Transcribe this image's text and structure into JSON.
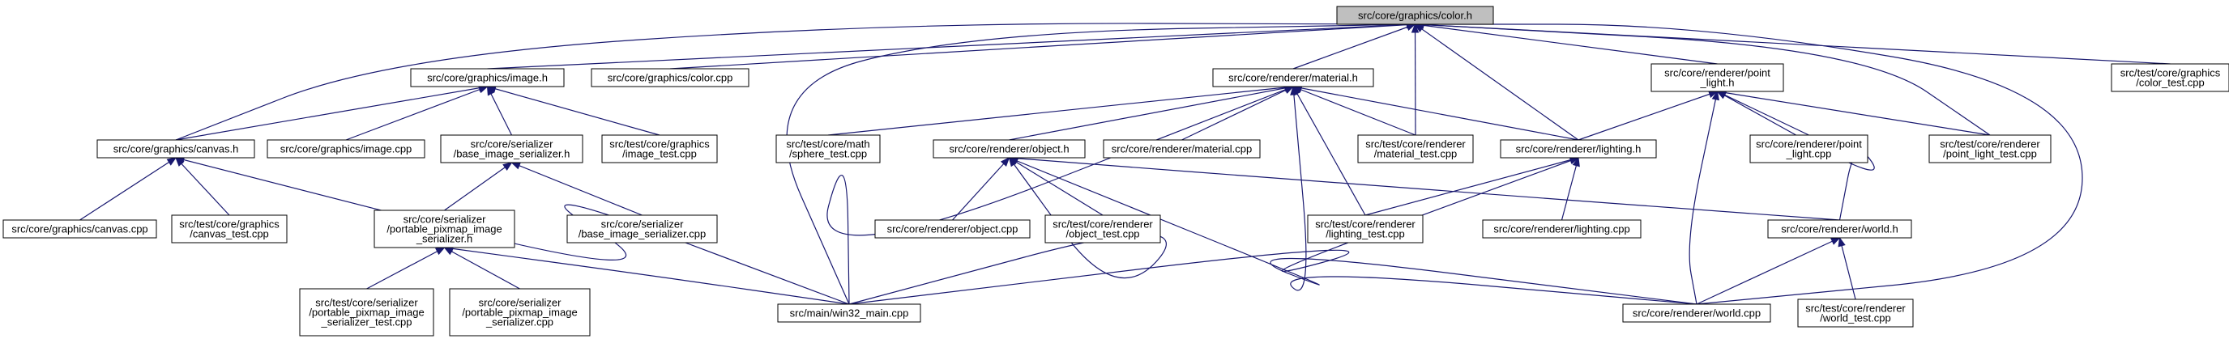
{
  "nodes": [
    {
      "id": "color_h",
      "lines": [
        "src/core/graphics/color.h"
      ],
      "root": true
    },
    {
      "id": "image_h",
      "lines": [
        "src/core/graphics/image.h"
      ]
    },
    {
      "id": "color_cpp",
      "lines": [
        "src/core/graphics/color.cpp"
      ]
    },
    {
      "id": "material_h",
      "lines": [
        "src/core/renderer/material.h"
      ]
    },
    {
      "id": "point_light_h",
      "lines": [
        "src/core/renderer/point",
        "_light.h"
      ]
    },
    {
      "id": "color_test",
      "lines": [
        "src/test/core/graphics",
        "/color_test.cpp"
      ]
    },
    {
      "id": "canvas_h",
      "lines": [
        "src/core/graphics/canvas.h"
      ]
    },
    {
      "id": "image_cpp",
      "lines": [
        "src/core/graphics/image.cpp"
      ]
    },
    {
      "id": "base_ser_h",
      "lines": [
        "src/core/serializer",
        "/base_image_serializer.h"
      ]
    },
    {
      "id": "image_test",
      "lines": [
        "src/test/core/graphics",
        "/image_test.cpp"
      ]
    },
    {
      "id": "sphere_test",
      "lines": [
        "src/test/core/math",
        "/sphere_test.cpp"
      ]
    },
    {
      "id": "object_h",
      "lines": [
        "src/core/renderer/object.h"
      ]
    },
    {
      "id": "material_cpp",
      "lines": [
        "src/core/renderer/material.cpp"
      ]
    },
    {
      "id": "material_test",
      "lines": [
        "src/test/core/renderer",
        "/material_test.cpp"
      ]
    },
    {
      "id": "lighting_h",
      "lines": [
        "src/core/renderer/lighting.h"
      ]
    },
    {
      "id": "point_light_cpp",
      "lines": [
        "src/core/renderer/point",
        "_light.cpp"
      ]
    },
    {
      "id": "point_light_test",
      "lines": [
        "src/test/core/renderer",
        "/point_light_test.cpp"
      ]
    },
    {
      "id": "canvas_cpp",
      "lines": [
        "src/core/graphics/canvas.cpp"
      ]
    },
    {
      "id": "canvas_test",
      "lines": [
        "src/test/core/graphics",
        "/canvas_test.cpp"
      ]
    },
    {
      "id": "ppm_ser_h",
      "lines": [
        "src/core/serializer",
        "/portable_pixmap_image",
        "_serializer.h"
      ]
    },
    {
      "id": "base_ser_cpp",
      "lines": [
        "src/core/serializer",
        "/base_image_serializer.cpp"
      ]
    },
    {
      "id": "object_cpp",
      "lines": [
        "src/core/renderer/object.cpp"
      ]
    },
    {
      "id": "object_test",
      "lines": [
        "src/test/core/renderer",
        "/object_test.cpp"
      ]
    },
    {
      "id": "lighting_test",
      "lines": [
        "src/test/core/renderer",
        "/lighting_test.cpp"
      ]
    },
    {
      "id": "lighting_cpp",
      "lines": [
        "src/core/renderer/lighting.cpp"
      ]
    },
    {
      "id": "world_h",
      "lines": [
        "src/core/renderer/world.h"
      ]
    },
    {
      "id": "ppm_ser_test",
      "lines": [
        "src/test/core/serializer",
        "/portable_pixmap_image",
        "_serializer_test.cpp"
      ]
    },
    {
      "id": "ppm_ser_cpp",
      "lines": [
        "src/core/serializer",
        "/portable_pixmap_image",
        "_serializer.cpp"
      ]
    },
    {
      "id": "win32_main",
      "lines": [
        "src/main/win32_main.cpp"
      ]
    },
    {
      "id": "world_cpp",
      "lines": [
        "src/core/renderer/world.cpp"
      ]
    },
    {
      "id": "world_test",
      "lines": [
        "src/test/core/renderer",
        "/world_test.cpp"
      ]
    }
  ],
  "edges": [
    [
      "image_h",
      "color_h"
    ],
    [
      "color_cpp",
      "color_h"
    ],
    [
      "material_h",
      "color_h"
    ],
    [
      "point_light_h",
      "color_h"
    ],
    [
      "color_test",
      "color_h"
    ],
    [
      "canvas_h",
      "color_h"
    ],
    [
      "material_test",
      "color_h"
    ],
    [
      "lighting_h",
      "color_h"
    ],
    [
      "point_light_test",
      "color_h"
    ],
    [
      "win32_main",
      "color_h"
    ],
    [
      "world_cpp",
      "color_h"
    ],
    [
      "canvas_h",
      "image_h"
    ],
    [
      "image_cpp",
      "image_h"
    ],
    [
      "base_ser_h",
      "image_h"
    ],
    [
      "image_test",
      "image_h"
    ],
    [
      "sphere_test",
      "material_h"
    ],
    [
      "object_h",
      "material_h"
    ],
    [
      "material_cpp",
      "material_h"
    ],
    [
      "material_test",
      "material_h"
    ],
    [
      "lighting_h",
      "material_h"
    ],
    [
      "lighting_test",
      "material_h"
    ],
    [
      "win32_main",
      "material_h"
    ],
    [
      "world_cpp",
      "material_h"
    ],
    [
      "lighting_h",
      "point_light_h"
    ],
    [
      "point_light_cpp",
      "point_light_h"
    ],
    [
      "point_light_test",
      "point_light_h"
    ],
    [
      "world_h",
      "point_light_h"
    ],
    [
      "world_cpp",
      "point_light_h"
    ],
    [
      "canvas_cpp",
      "canvas_h"
    ],
    [
      "canvas_test",
      "canvas_h"
    ],
    [
      "win32_main",
      "canvas_h"
    ],
    [
      "ppm_ser_h",
      "base_ser_h"
    ],
    [
      "base_ser_cpp",
      "base_ser_h"
    ],
    [
      "object_cpp",
      "object_h"
    ],
    [
      "object_test",
      "object_h"
    ],
    [
      "world_h",
      "object_h"
    ],
    [
      "win32_main",
      "object_h"
    ],
    [
      "world_cpp",
      "object_h"
    ],
    [
      "lighting_test",
      "lighting_h"
    ],
    [
      "lighting_cpp",
      "lighting_h"
    ],
    [
      "win32_main",
      "lighting_h"
    ],
    [
      "ppm_ser_test",
      "ppm_ser_h"
    ],
    [
      "ppm_ser_cpp",
      "ppm_ser_h"
    ],
    [
      "win32_main",
      "ppm_ser_h"
    ],
    [
      "world_cpp",
      "world_h"
    ],
    [
      "world_test",
      "world_h"
    ]
  ]
}
